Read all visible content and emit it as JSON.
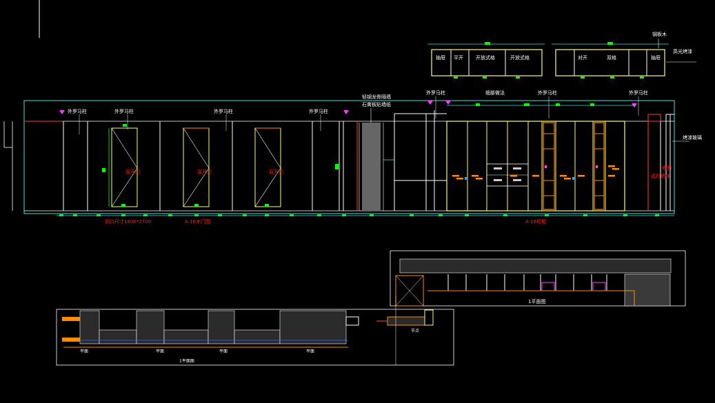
{
  "colors": {
    "background": "#000000",
    "frame": "#ffffff",
    "panel": "#ffff66",
    "accent": "#00ff00",
    "label_red": "#ff2020",
    "cyan": "#40e0e0",
    "orange": "#ff8c00",
    "magenta": "#ff40ff",
    "gray_block": "#666666"
  },
  "labels": {
    "material_note": "钢板木",
    "side_note_right": "高光烤漆",
    "callout_right": "烤漆玻璃",
    "dims_left_red": "洞口尺寸1800*2700",
    "dims_mid_red": "A-16木门图",
    "dims_right_red": "A-16柜柜",
    "red_vertical_left": "双开门",
    "red_vertical_mid": "双开门",
    "red_vertical_right": "双开门",
    "red_vertical_far_1": "弧形墙体",
    "red_vertical_far_2": "墙面",
    "gray_note_line1": "轻钢龙骨隔墙",
    "gray_note_line2": "石膏板贴墙纸",
    "top_note_1": "外罗马柱",
    "top_note_2": "外罗马柱",
    "top_note_3": "外罗马柱",
    "top_note_4": "外罗马柱",
    "top_note_5": "外罗马柱",
    "top_note_6": "外罗马柱",
    "top_note_7": "外罗马柱",
    "top_note_8": "细部做法",
    "cab1_cell_1": "抽屉",
    "cab1_cell_2": "平开",
    "cab1_cell_3": "开放式格",
    "cab1_cell_4": "开放式格",
    "cab2_cell_1": "对开",
    "cab2_cell_2": "双格",
    "cab2_cell_3": "抽屉",
    "plan_right_label": "1平面图",
    "plan_bottom_label": "1平面图",
    "plan_bottom_tag": "平面",
    "plan_small_tag": "节点"
  }
}
